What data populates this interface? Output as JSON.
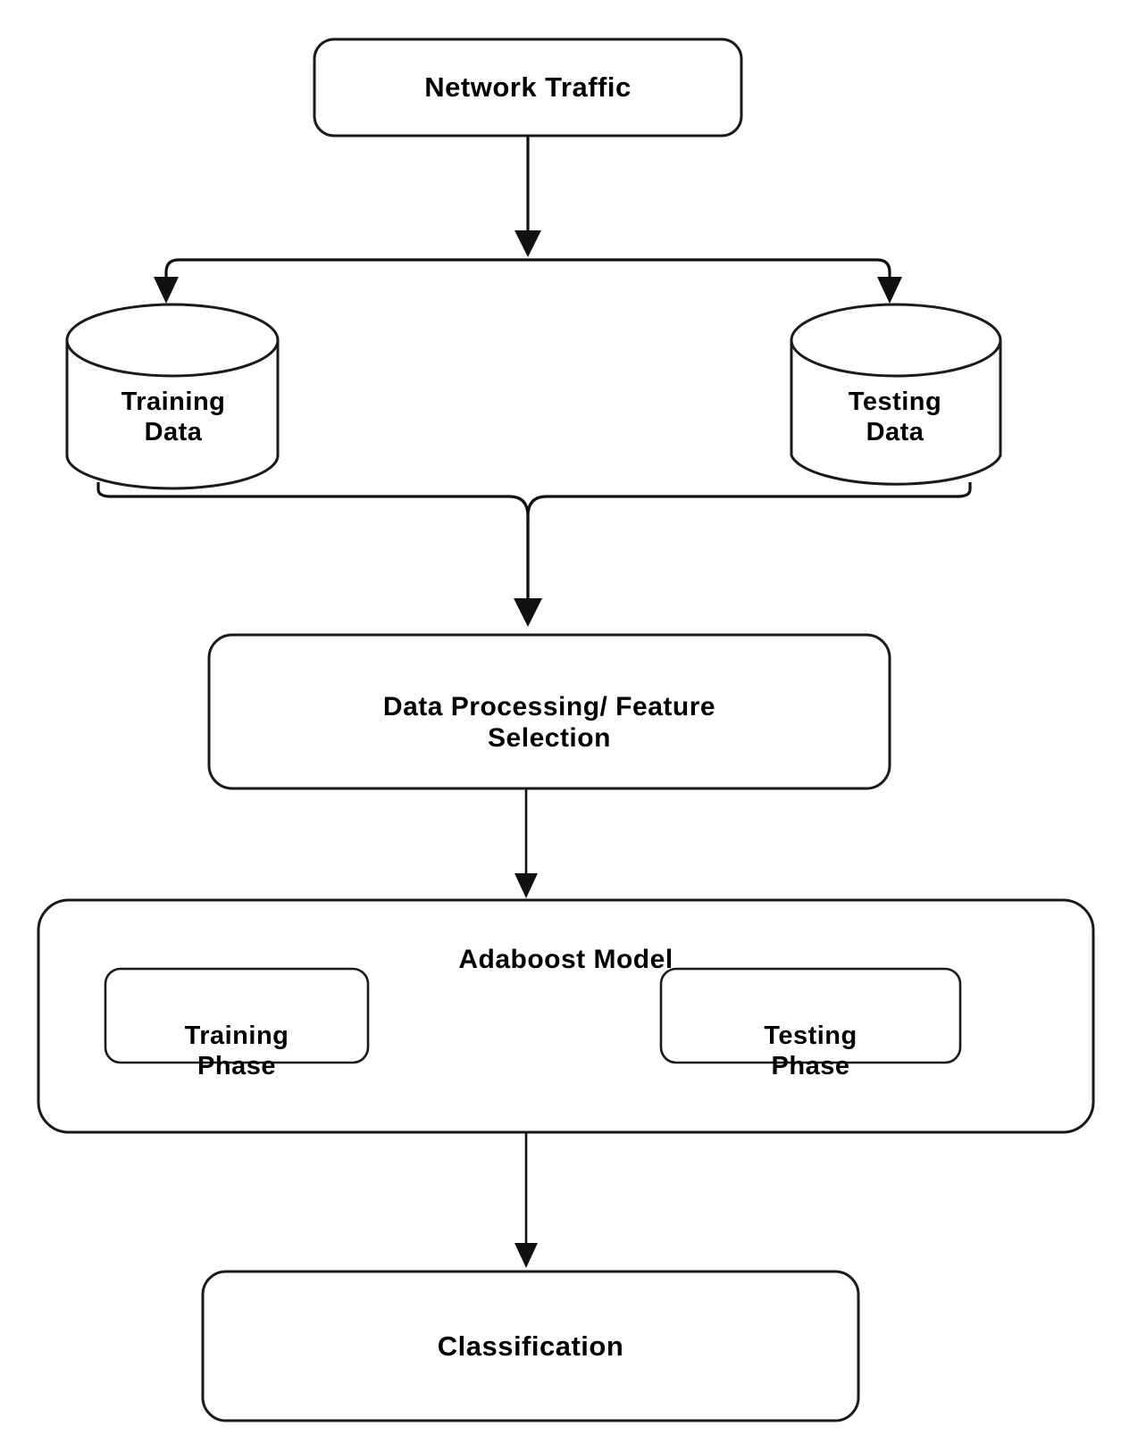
{
  "diagram": {
    "title": "Adaboost-based network traffic classification flowchart",
    "background_color": "#ffffff",
    "stroke_color": "#1a1a1a",
    "text_color": "#000000",
    "nodes": {
      "network_traffic": {
        "label": "Network Traffic",
        "shape": "rounded-rectangle"
      },
      "training_data": {
        "label": "Training\nData",
        "shape": "cylinder"
      },
      "testing_data": {
        "label": "Testing\nData",
        "shape": "cylinder"
      },
      "data_processing": {
        "label": "Data Processing/ Feature\nSelection",
        "shape": "rounded-rectangle"
      },
      "adaboost_model": {
        "label": "Adaboost Model",
        "shape": "rounded-rectangle-container"
      },
      "training_phase": {
        "label": "Training\nPhase",
        "shape": "rounded-rectangle"
      },
      "testing_phase": {
        "label": "Testing\nPhase",
        "shape": "rounded-rectangle"
      },
      "classification": {
        "label": "Classification",
        "shape": "rounded-rectangle"
      }
    },
    "edges": [
      {
        "from": "network_traffic",
        "to": "training_data",
        "style": "split-fork-arrow"
      },
      {
        "from": "network_traffic",
        "to": "testing_data",
        "style": "split-fork-arrow"
      },
      {
        "from": "training_data",
        "to": "data_processing",
        "style": "merge-arrow"
      },
      {
        "from": "testing_data",
        "to": "data_processing",
        "style": "merge-arrow"
      },
      {
        "from": "data_processing",
        "to": "adaboost_model",
        "style": "straight-arrow"
      },
      {
        "from": "adaboost_model",
        "to": "classification",
        "style": "straight-arrow"
      }
    ]
  }
}
